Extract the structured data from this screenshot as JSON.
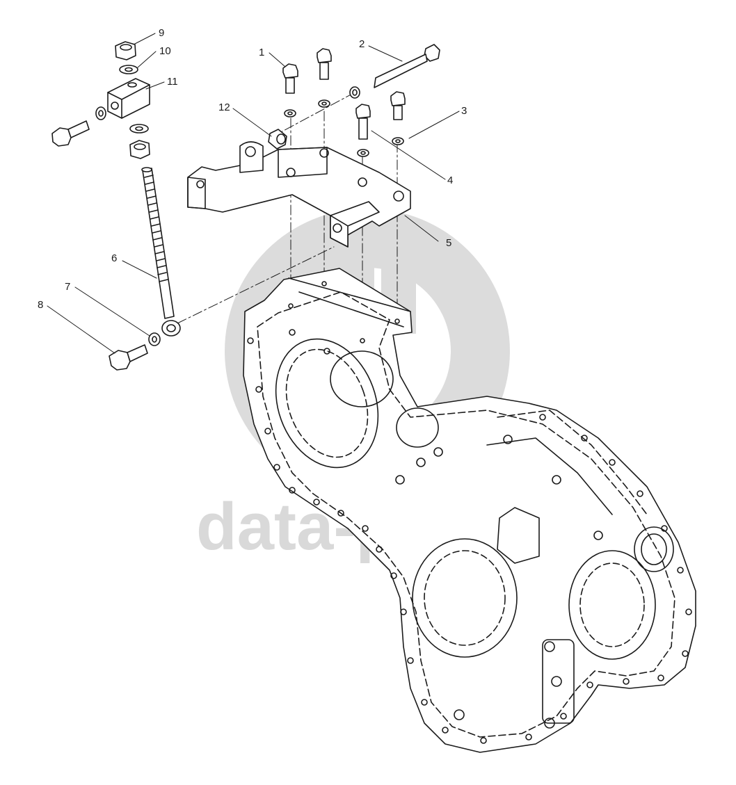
{
  "watermark": {
    "text": "data-parts",
    "color": "#d9d9d9"
  },
  "callouts": [
    {
      "label": "1"
    },
    {
      "label": "2"
    },
    {
      "label": "3"
    },
    {
      "label": "4"
    },
    {
      "label": "5"
    },
    {
      "label": "6"
    },
    {
      "label": "7"
    },
    {
      "label": "8"
    },
    {
      "label": "9"
    },
    {
      "label": "10"
    },
    {
      "label": "11"
    },
    {
      "label": "12"
    }
  ],
  "colors": {
    "line": "#1a1a1a",
    "fill": "#ffffff"
  }
}
